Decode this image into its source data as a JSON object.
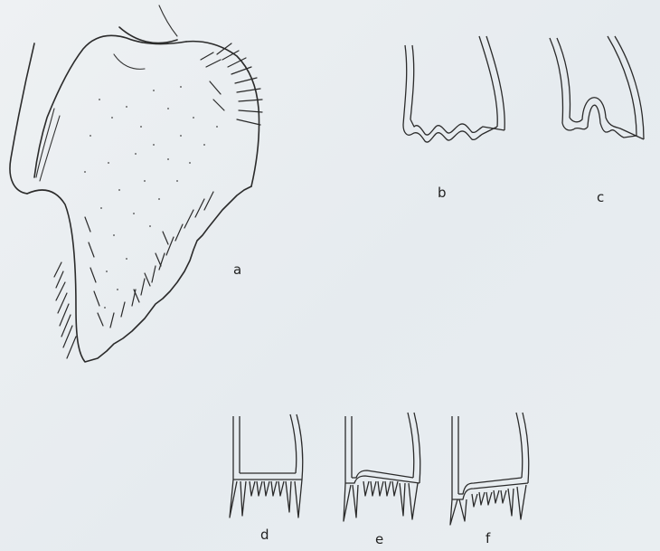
{
  "figure": {
    "panels": [
      {
        "id": "a",
        "label": "a"
      },
      {
        "id": "b",
        "label": "b"
      },
      {
        "id": "c",
        "label": "c"
      },
      {
        "id": "d",
        "label": "d"
      },
      {
        "id": "e",
        "label": "e"
      },
      {
        "id": "f",
        "label": "f"
      }
    ]
  },
  "colors": {
    "background": "#e9edf0",
    "ink": "#2b2b2b"
  }
}
